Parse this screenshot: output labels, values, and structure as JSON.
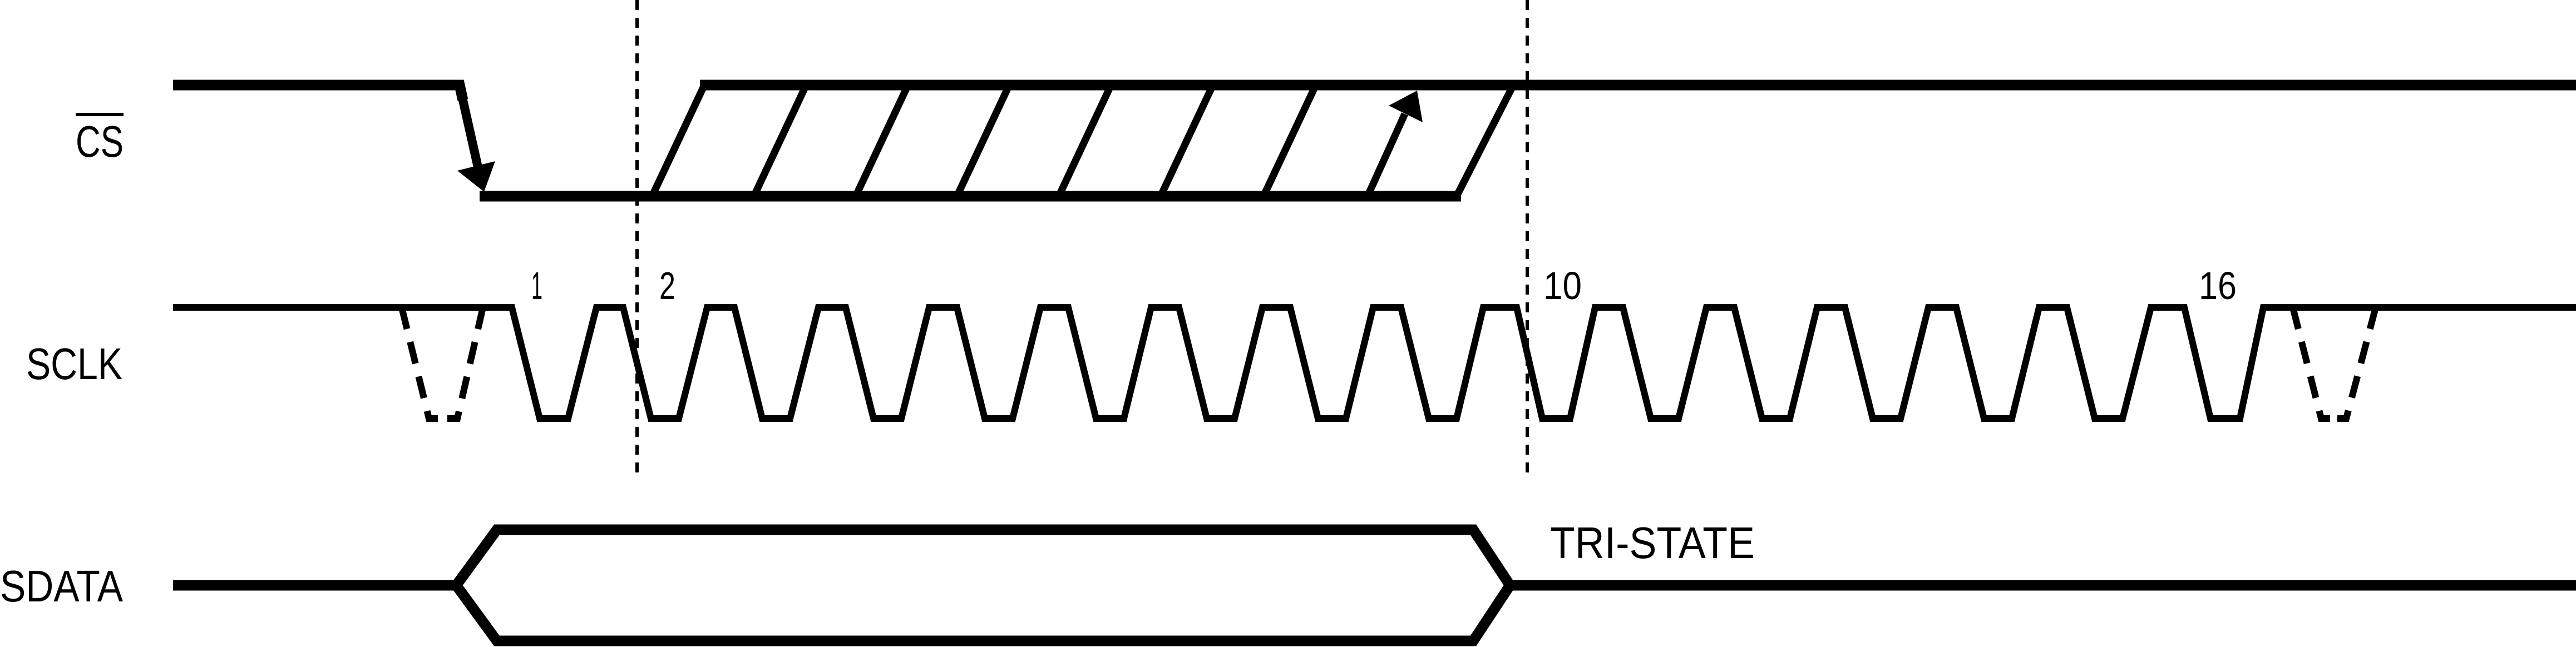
{
  "diagram": {
    "type": "timing-diagram",
    "signals": [
      {
        "id": "cs",
        "label": "CS",
        "active_low": true
      },
      {
        "id": "sclk",
        "label": "SCLK"
      },
      {
        "id": "sdata",
        "label": "SDATA"
      }
    ],
    "clock_labels": [
      "1",
      "2",
      "10",
      "16"
    ],
    "annotations": {
      "tristate": "TRI-STATE"
    },
    "clock_cycles": 16,
    "colors": {
      "stroke": "#000000",
      "background": "#ffffff"
    }
  }
}
